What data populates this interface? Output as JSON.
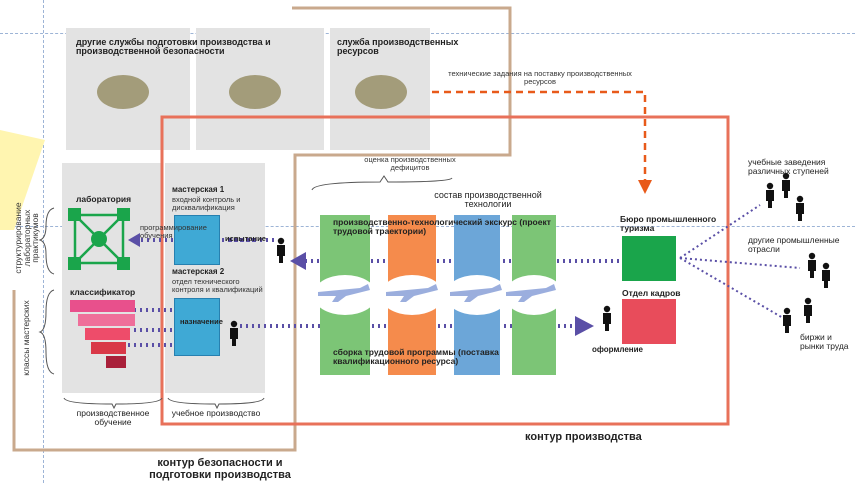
{
  "top_boxes": {
    "other_services": "другие службы подготовки производства и производственной безопасности",
    "resources_service": "служба производственных ресурсов"
  },
  "tech_tasks": "технические задания на поставку производственных ресурсов",
  "deficit_assessment": "оценка производственных дефицитов",
  "left_area": {
    "laboratory": "лаборатория",
    "classifier": "классификатор",
    "structuring": "структурирование лабораторных практикумов",
    "workshop_classes": "классы мастерских",
    "production_training": "производственное обучение"
  },
  "middle_area": {
    "workshop1": "мастерская 1",
    "workshop1_sub": "входной контроль и дисквалификация",
    "programming_training": "программирование обучения",
    "testing": "испытание",
    "workshop2": "мастерская 2",
    "workshop2_sub": "отдел технического контроля и квалификаций",
    "assignment": "назначение",
    "educational_production": "учебное производство"
  },
  "center": {
    "composition": "состав производственной технологии",
    "excursion": "производственно-технологический экскурс (проект трудовой траектории)",
    "assembly": "сборка трудовой программы (поставка квалификационного ресурса)"
  },
  "right_area": {
    "bureau": "Бюро промышленного туризма",
    "hr": "Отдел кадров",
    "registration": "оформление",
    "schools": "учебные заведения различных ступеней",
    "other_industries": "другие промышленные отрасли",
    "labor_exchanges": "биржи и рынки труда"
  },
  "production_contour": "контур производства",
  "safety_contour": "контур безопасности и подготовки производства",
  "colors": {
    "orange_contour": "#e8715a",
    "tan_contour": "#c9a98d",
    "green": "#7cc576",
    "dark_green": "#1aa54b",
    "orange": "#f58b4c",
    "blue": "#6ca6d8",
    "cyan": "#3fa9d5",
    "red": "#e84c5b",
    "pink": "#e8508c",
    "dotted": "#5a4fa6",
    "arrow_orange": "#e85a1a"
  }
}
